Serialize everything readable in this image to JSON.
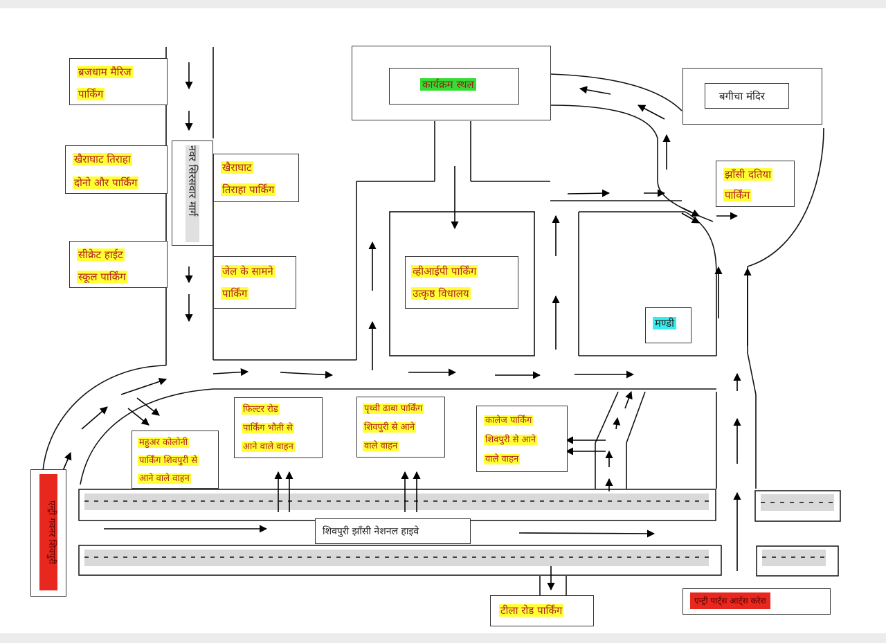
{
  "map": {
    "venue": "कार्यक्रम स्थल",
    "temple": "बगीचा मंदिर",
    "mandi": "मण्डी",
    "highway": "शिवपुरी झाँसी नेशनल हाइवे",
    "road_vertical": "नवर सिरसवार मार्ग",
    "entry_left": "एन्ट्री गवनर शिवपुरी",
    "entry_right": "एन्ट्री पार्ट्स आर्ट्स करेरा",
    "parkings": {
      "brajdham": [
        "ब्रजधाम मैरिज",
        "पार्किंग"
      ],
      "khairaghat_both": [
        "खैराघाट तिराहा",
        "दोनो और पार्किंग"
      ],
      "secret_heart": [
        "सीक्रेट हाईट",
        "स्कूल पार्किंग"
      ],
      "khairaghat_tiraha": [
        "खैराघाट",
        "तिराहा पार्किंग"
      ],
      "jail": [
        "जेल के सामने",
        "पार्किंग"
      ],
      "vip": [
        "व्हीआईपी पार्किंग",
        "उत्कृष्ठ विधालय"
      ],
      "jhansi_datia": [
        "झाँसी दतिया",
        "पार्किंग"
      ],
      "mahuar": [
        "महुअर कोलोनी",
        "पार्किंग शिवपुरी से",
        "आने वाले वाहन"
      ],
      "filter_road": [
        "फिल्टर रोड",
        "पार्किंग भौती से",
        "आने वाले वाहन"
      ],
      "prithvi": [
        "पृथ्वी ढाबा पार्किंग",
        "शिवपुरी से आने",
        "वाले वाहन"
      ],
      "college": [
        "कालेज पार्किंग",
        "शिवपुरी से आने",
        "वाले वाहन"
      ],
      "tila_road": "टीला रोड पार्किंग"
    }
  },
  "colors": {
    "highlight": "#ffff33",
    "venue_bg": "#33dd33",
    "mandi_bg": "#33eeee",
    "entry_bg": "#e8281e",
    "text": "#b22222"
  }
}
